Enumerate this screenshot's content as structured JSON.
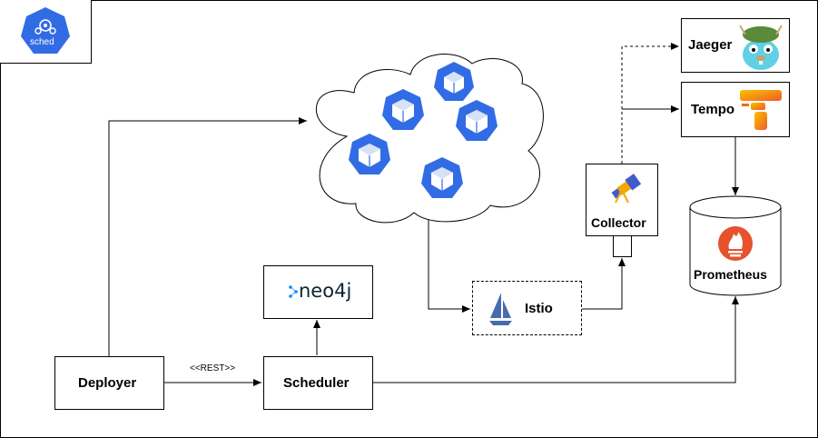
{
  "logo": {
    "text": "sched",
    "color": "#326ce5"
  },
  "nodes": {
    "deployer": "Deployer",
    "scheduler": "Scheduler",
    "neo4j": "neo4j",
    "istio": "Istio",
    "collector": "Collector",
    "jaeger": "Jaeger",
    "tempo": "Tempo",
    "prometheus": "Prometheus"
  },
  "edges": {
    "rest": "<<REST>>"
  },
  "cluster": {
    "icon": "kubernetes-node-icon",
    "color": "#326ce5"
  },
  "colors": {
    "kubernetes": "#326ce5",
    "prometheus": "#e6522c",
    "tempo": "#f46800",
    "istio": "#466bb0",
    "neo4j": "#018bff"
  }
}
